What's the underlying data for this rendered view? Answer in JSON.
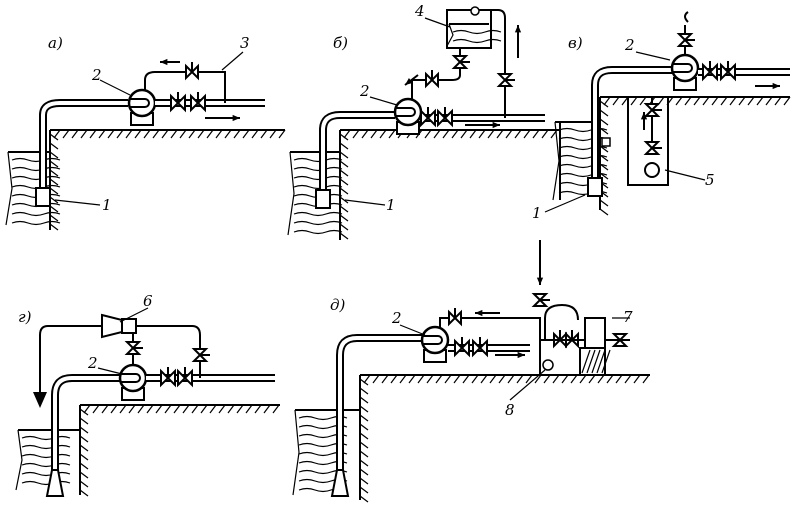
{
  "panels": {
    "a": {
      "label": "а)",
      "n1": "1",
      "n2": "2",
      "n3": "3"
    },
    "b": {
      "label": "б)",
      "n1": "1",
      "n2": "2",
      "n4": "4"
    },
    "v": {
      "label": "в)",
      "n1": "1",
      "n2": "2",
      "n5": "5"
    },
    "g": {
      "label": "г)",
      "n2": "2",
      "n6": "6"
    },
    "d": {
      "label": "д)",
      "n2": "2",
      "n7": "7",
      "n8": "8"
    }
  }
}
